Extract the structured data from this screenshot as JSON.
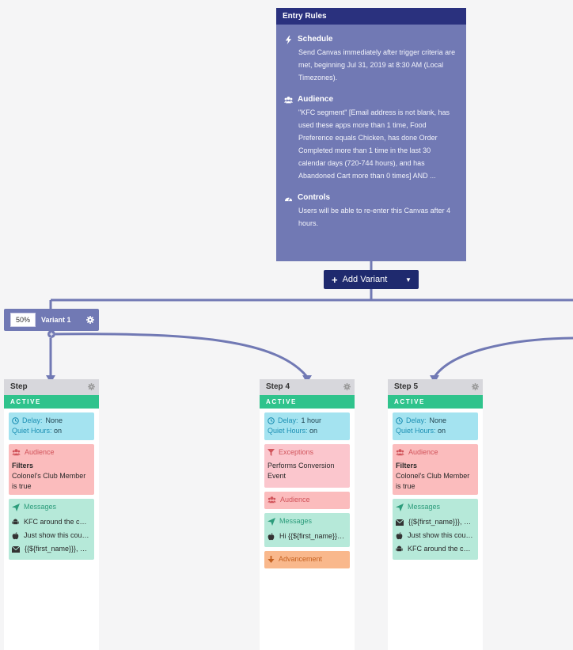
{
  "entry_rules": {
    "title": "Entry Rules",
    "schedule": {
      "title": "Schedule",
      "text": "Send Canvas immediately after trigger criteria are met, beginning Jul 31, 2019 at 8:30 AM (Local Timezones)."
    },
    "audience": {
      "title": "Audience",
      "text": "\"KFC segment\" [Email address is not blank, has used these apps more than 1 time, Food Preference equals Chicken, has done Order Completed more than 1 time in the last 30 calendar days (720-744 hours), and has Abandoned Cart more than 0 times] AND ..."
    },
    "controls": {
      "title": "Controls",
      "text": "Users will be able to re-enter this Canvas after 4 hours."
    }
  },
  "add_variant": {
    "label": "Add Variant"
  },
  "variant": {
    "percent": "50%",
    "name": "Variant 1"
  },
  "steps": [
    {
      "title": "Step",
      "status": "ACTIVE",
      "delay_label": "Delay:",
      "delay_value": "None",
      "quiet_label": "Quiet Hours:",
      "quiet_value": "on",
      "audience_title": "Audience",
      "filters_label": "Filters",
      "filters_text": "Colonel's Club Member is true",
      "messages_title": "Messages",
      "messages": [
        {
          "icon": "android-icon",
          "text": "KFC around the corner"
        },
        {
          "icon": "apple-icon",
          "text": "Just show this coupon"
        },
        {
          "icon": "email-icon",
          "text": "{{${first_name}}}, your order"
        }
      ]
    },
    {
      "title": "Step 4",
      "status": "ACTIVE",
      "delay_label": "Delay:",
      "delay_value": "1 hour",
      "quiet_label": "Quiet Hours:",
      "quiet_value": "on",
      "exceptions_title": "Exceptions",
      "exceptions_text": "Performs Conversion Event",
      "audience_title": "Audience",
      "messages_title": "Messages",
      "messages": [
        {
          "icon": "apple-icon",
          "text": "Hi {{${first_name}}}, your order"
        }
      ],
      "advancement_title": "Advancement"
    },
    {
      "title": "Step 5",
      "status": "ACTIVE",
      "delay_label": "Delay:",
      "delay_value": "None",
      "quiet_label": "Quiet Hours:",
      "quiet_value": "on",
      "audience_title": "Audience",
      "filters_label": "Filters",
      "filters_text": "Colonel's Club Member is true",
      "messages_title": "Messages",
      "messages": [
        {
          "icon": "email-icon",
          "text": "{{${first_name}}}, your order"
        },
        {
          "icon": "apple-icon",
          "text": "Just show this coupon"
        },
        {
          "icon": "android-icon",
          "text": "KFC around the corner"
        }
      ]
    }
  ],
  "colors": {
    "entry_bg": "#7179b4",
    "entry_header": "#2a317e",
    "connector": "#7179b4",
    "active": "#2fc38c",
    "delay": "#a4e3f0",
    "audience": "#fbbcbd",
    "messages": "#b6e9d9",
    "advancement": "#f9b88c"
  }
}
